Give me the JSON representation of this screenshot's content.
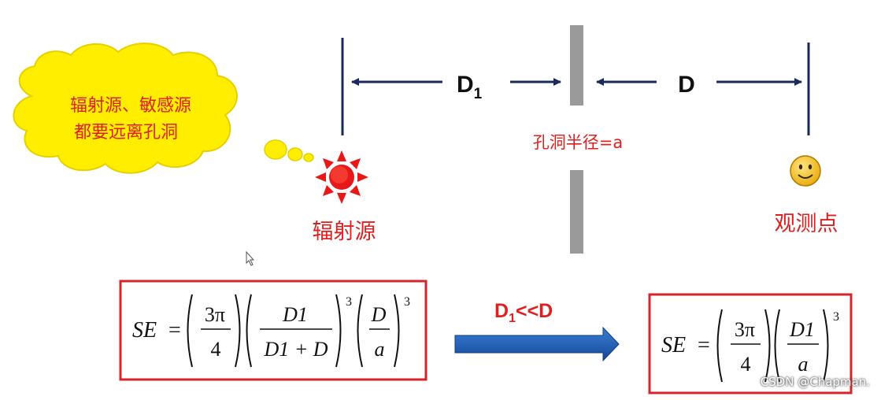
{
  "bubble": {
    "line1": "辐射源、敏感源",
    "line2": "都要远离孔洞"
  },
  "labels": {
    "d1_main": "D",
    "d1_sub": "1",
    "d": "D",
    "hole_radius": "孔洞半径=a",
    "source": "辐射源",
    "observer": "观测点",
    "condition_main": "D",
    "condition_sub": "1",
    "condition_rest": "<<D"
  },
  "formula_left": {
    "lhs": "SE",
    "eq": "=",
    "f1_num": "3π",
    "f1_den": "4",
    "f2_num": "D1",
    "f2_den": "D1 + D",
    "f2_exp": "3",
    "f3_num": "D",
    "f3_den": "a",
    "f3_exp": "3"
  },
  "formula_right": {
    "lhs": "SE",
    "eq": "=",
    "f1_num": "3π",
    "f1_den": "4",
    "f2_num": "D1",
    "f2_den": "a",
    "f2_exp": "3"
  },
  "watermark": "CSDN @Chapman.",
  "colors": {
    "bubble_fill": "#ffee00",
    "sun": "#e81818",
    "smiley": "#f4c20d",
    "box_border": "#d9232a",
    "arrow_blue": "#1f5fb4",
    "line_navy": "#1a2a5a",
    "barrier_gray": "#9a9a9a"
  }
}
